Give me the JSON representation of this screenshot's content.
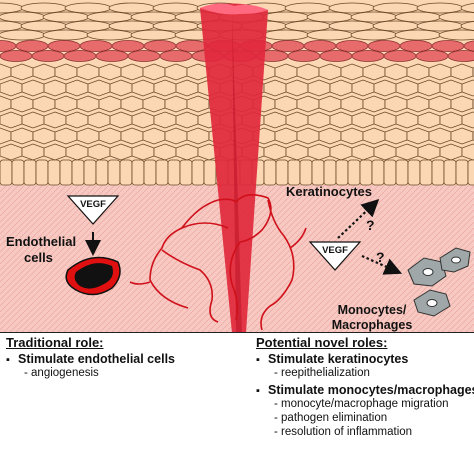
{
  "figure": {
    "labels": {
      "vegf_left": "VEGF",
      "vegf_right": "VEGF",
      "endothelial_line1": "Endothelial",
      "endothelial_line2": "cells",
      "keratinocytes": "Keratinocytes",
      "monocytes_line1": "Monocytes/",
      "monocytes_line2": "Macrophages",
      "question_upper": "?",
      "question_lower": "?"
    },
    "colors": {
      "dermis": "#f7c9c2",
      "cell_fill": "#fbd7b3",
      "cell_outline": "#6b4a2a",
      "red_layer": "#e86b6b",
      "wound": "#e0283c",
      "vessel": "#d0101a",
      "monocyte": "#9fa7a8"
    }
  },
  "traditional": {
    "title": "Traditional role:",
    "bullet": "Stimulate endothelial cells",
    "subs": [
      "- angiogenesis"
    ]
  },
  "novel": {
    "title": "Potential novel roles:",
    "bullet1": "Stimulate keratinocytes",
    "subs1": [
      "- reepithelialization"
    ],
    "bullet2": "Stimulate monocytes/macrophages",
    "subs2": [
      "- monocyte/macrophage migration",
      "- pathogen elimination",
      "- resolution of inflammation"
    ]
  }
}
